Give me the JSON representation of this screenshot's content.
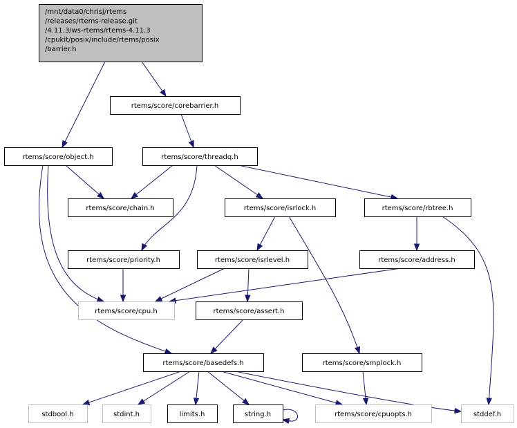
{
  "title": "Include dependency graph for barrier.h",
  "colors": {
    "edge": "#191970",
    "root_fill": "#bfbfbf",
    "node_border": "#000000",
    "external_border": "#bfbfbf"
  },
  "nodes": [
    {
      "id": "barrier",
      "kind": "root",
      "lines": [
        "/mnt/data0/chrisj/rtems",
        "/releases/rtems-release.git",
        "/4.11.3/ws-rtems/rtems-4.11.3",
        "/cpukit/posix/include/rtems/posix",
        "/barrier.h"
      ]
    },
    {
      "id": "corebarrier",
      "kind": "normal",
      "lines": [
        "rtems/score/corebarrier.h"
      ]
    },
    {
      "id": "object",
      "kind": "normal",
      "lines": [
        "rtems/score/object.h"
      ]
    },
    {
      "id": "threadq",
      "kind": "normal",
      "lines": [
        "rtems/score/threadq.h"
      ]
    },
    {
      "id": "chain",
      "kind": "normal",
      "lines": [
        "rtems/score/chain.h"
      ]
    },
    {
      "id": "isrlock",
      "kind": "normal",
      "lines": [
        "rtems/score/isrlock.h"
      ]
    },
    {
      "id": "rbtree",
      "kind": "normal",
      "lines": [
        "rtems/score/rbtree.h"
      ]
    },
    {
      "id": "priority",
      "kind": "normal",
      "lines": [
        "rtems/score/priority.h"
      ]
    },
    {
      "id": "isrlevel",
      "kind": "normal",
      "lines": [
        "rtems/score/isrlevel.h"
      ]
    },
    {
      "id": "address",
      "kind": "normal",
      "lines": [
        "rtems/score/address.h"
      ]
    },
    {
      "id": "cpu",
      "kind": "external",
      "lines": [
        "rtems/score/cpu.h"
      ]
    },
    {
      "id": "assert",
      "kind": "normal",
      "lines": [
        "rtems/score/assert.h"
      ]
    },
    {
      "id": "basedefs",
      "kind": "normal",
      "lines": [
        "rtems/score/basedefs.h"
      ]
    },
    {
      "id": "smplock",
      "kind": "normal",
      "lines": [
        "rtems/score/smplock.h"
      ]
    },
    {
      "id": "stdbool",
      "kind": "external",
      "lines": [
        "stdbool.h"
      ]
    },
    {
      "id": "stdint",
      "kind": "external",
      "lines": [
        "stdint.h"
      ]
    },
    {
      "id": "limits",
      "kind": "normal",
      "lines": [
        "limits.h"
      ]
    },
    {
      "id": "string",
      "kind": "normal",
      "lines": [
        "string.h"
      ]
    },
    {
      "id": "cpuopts",
      "kind": "external",
      "lines": [
        "rtems/score/cpuopts.h"
      ]
    },
    {
      "id": "stddef",
      "kind": "external",
      "lines": [
        "stddef.h"
      ]
    }
  ],
  "edges": [
    {
      "from": "barrier",
      "to": "object"
    },
    {
      "from": "barrier",
      "to": "corebarrier"
    },
    {
      "from": "corebarrier",
      "to": "threadq"
    },
    {
      "from": "object",
      "to": "chain"
    },
    {
      "from": "object",
      "to": "cpu"
    },
    {
      "from": "object",
      "to": "basedefs"
    },
    {
      "from": "threadq",
      "to": "chain"
    },
    {
      "from": "threadq",
      "to": "priority"
    },
    {
      "from": "threadq",
      "to": "isrlock"
    },
    {
      "from": "threadq",
      "to": "rbtree"
    },
    {
      "from": "isrlock",
      "to": "isrlevel"
    },
    {
      "from": "isrlock",
      "to": "smplock"
    },
    {
      "from": "rbtree",
      "to": "address"
    },
    {
      "from": "rbtree",
      "to": "stddef"
    },
    {
      "from": "priority",
      "to": "cpu"
    },
    {
      "from": "isrlevel",
      "to": "cpu"
    },
    {
      "from": "isrlevel",
      "to": "assert"
    },
    {
      "from": "address",
      "to": "cpu"
    },
    {
      "from": "assert",
      "to": "basedefs"
    },
    {
      "from": "smplock",
      "to": "cpuopts"
    },
    {
      "from": "basedefs",
      "to": "stdbool"
    },
    {
      "from": "basedefs",
      "to": "stdint"
    },
    {
      "from": "basedefs",
      "to": "limits"
    },
    {
      "from": "basedefs",
      "to": "string"
    },
    {
      "from": "basedefs",
      "to": "cpuopts"
    },
    {
      "from": "basedefs",
      "to": "stddef"
    },
    {
      "from": "string",
      "to": "string"
    }
  ]
}
